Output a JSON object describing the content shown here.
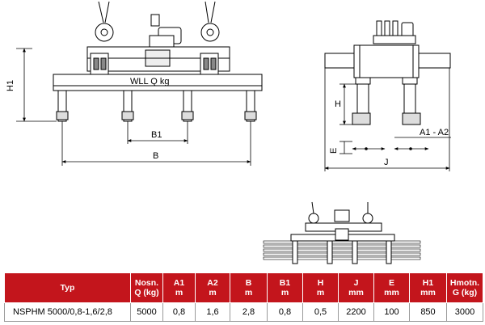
{
  "dimension_labels": {
    "wll": "WLL Q kg",
    "h1": "H1",
    "b1": "B1",
    "b": "B",
    "h": "H",
    "e": "E",
    "a1_a2": "A1 - A2",
    "j": "J"
  },
  "table": {
    "headers": [
      {
        "top": "Typ",
        "bottom": ""
      },
      {
        "top": "Nosn.",
        "bottom": "Q (kg)"
      },
      {
        "top": "A1",
        "bottom": "m"
      },
      {
        "top": "A2",
        "bottom": "m"
      },
      {
        "top": "B",
        "bottom": "m"
      },
      {
        "top": "B1",
        "bottom": "m"
      },
      {
        "top": "H",
        "bottom": "m"
      },
      {
        "top": "J",
        "bottom": "mm"
      },
      {
        "top": "E",
        "bottom": "mm"
      },
      {
        "top": "H1",
        "bottom": "mm"
      },
      {
        "top": "Hmotn.",
        "bottom": "G (kg)"
      }
    ],
    "rows": [
      [
        "NSPHM 5000/0,8-1,6/2,8",
        "5000",
        "0,8",
        "1,6",
        "2,8",
        "0,8",
        "0,5",
        "2200",
        "100",
        "850",
        "3000"
      ]
    ]
  },
  "colors": {
    "header_bg": "#c3151c",
    "header_text": "#ffffff",
    "line": "#000000"
  }
}
